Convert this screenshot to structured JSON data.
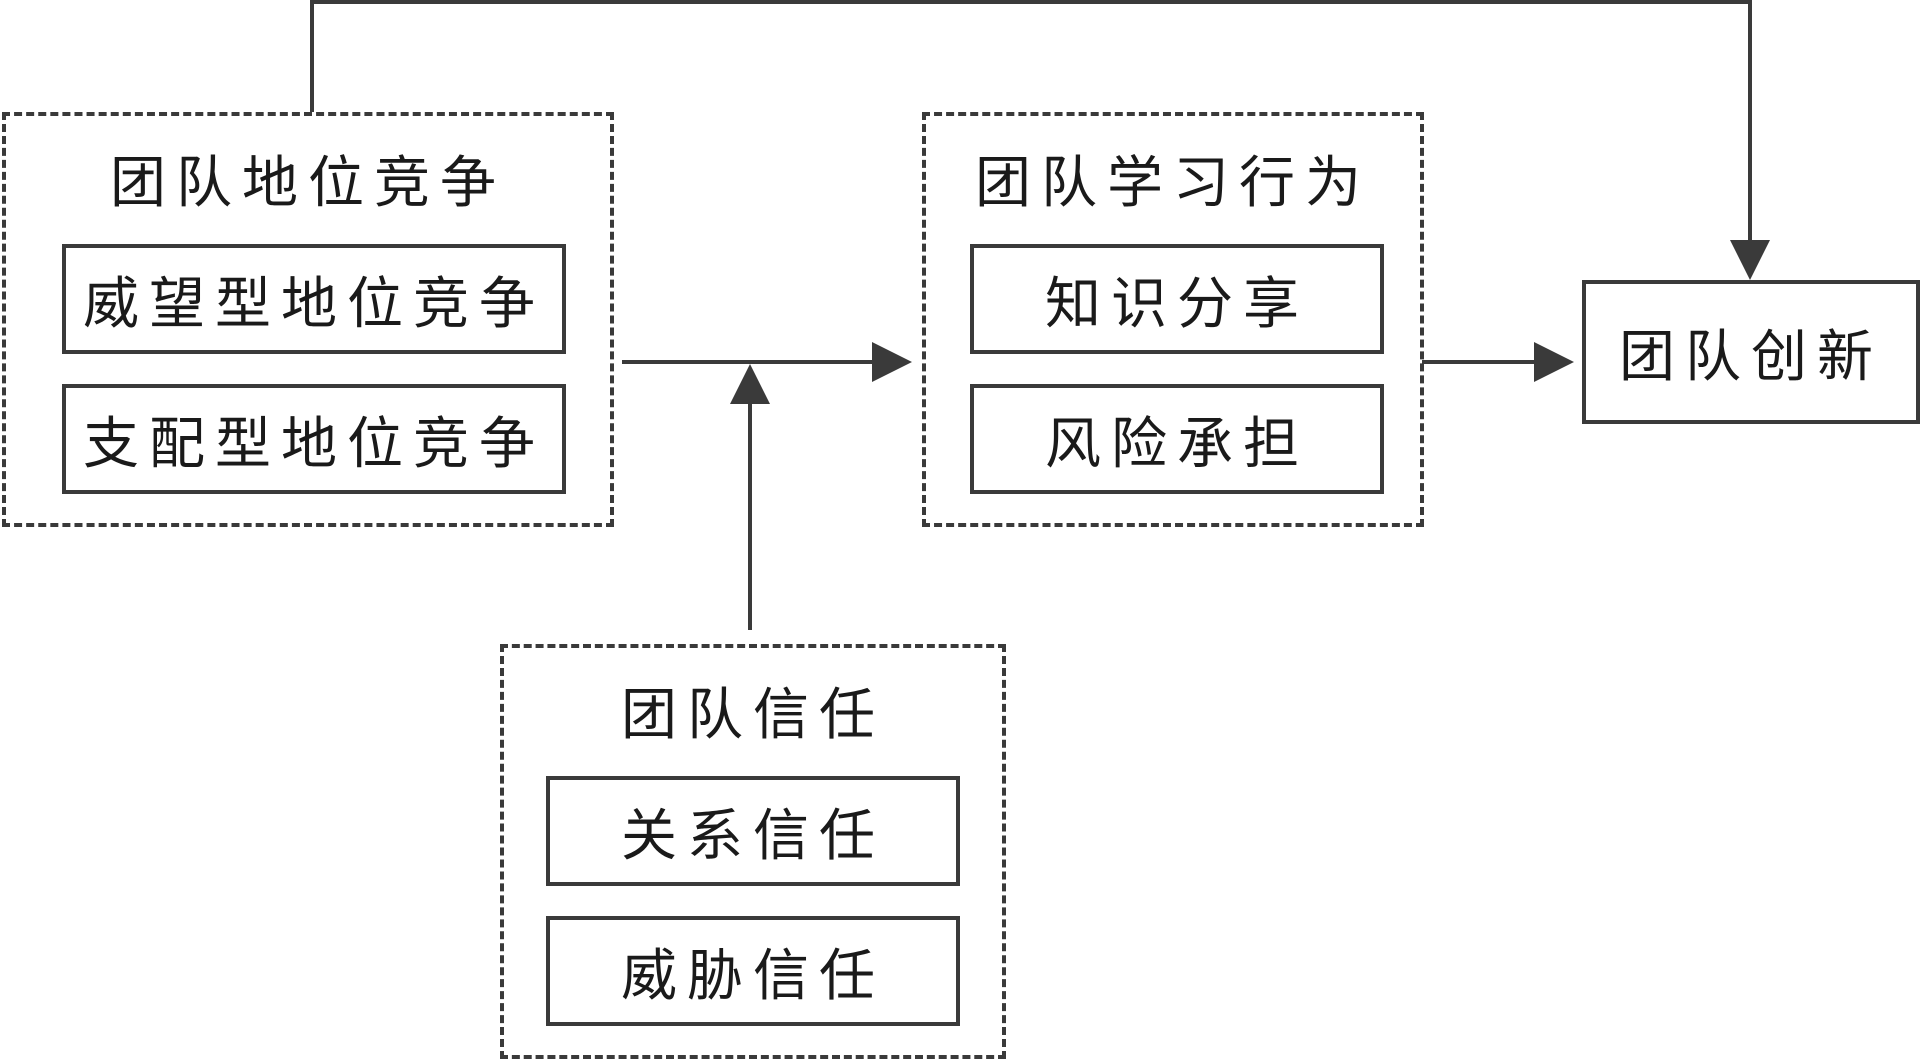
{
  "groups": {
    "competition": {
      "title": "团队地位竞争",
      "items": [
        "威望型地位竞争",
        "支配型地位竞争"
      ]
    },
    "learning": {
      "title": "团队学习行为",
      "items": [
        "知识分享",
        "风险承担"
      ]
    },
    "trust": {
      "title": "团队信任",
      "items": [
        "关系信任",
        "威胁信任"
      ]
    }
  },
  "outcome": {
    "label": "团队创新"
  },
  "colors": {
    "line": "#3a3a3a",
    "text": "#1a1a1a",
    "background": "#ffffff"
  }
}
